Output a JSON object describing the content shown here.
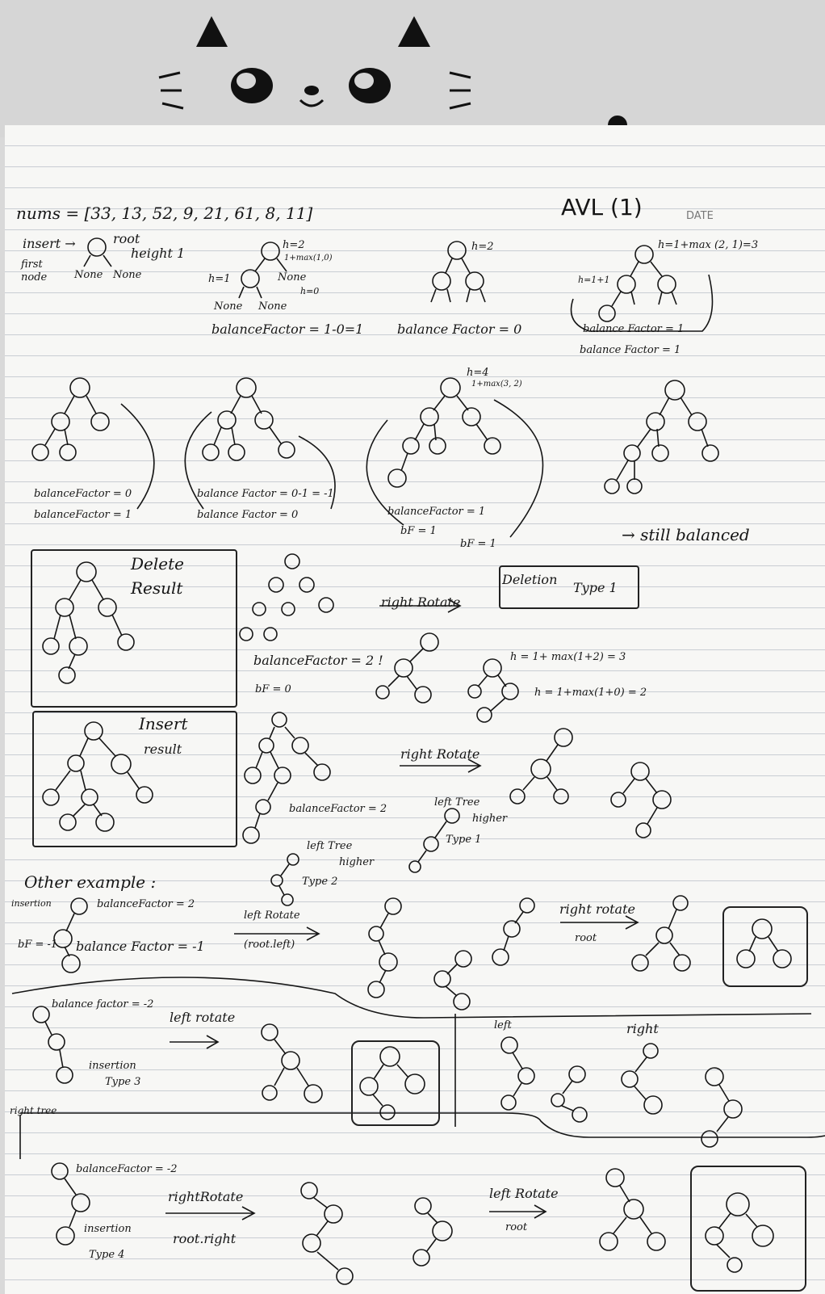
{
  "header": {
    "nums": "nums = [33, 13, 52, 9, 21, 61, 8, 11]",
    "title": "AVL (1)",
    "date_label": "DATE"
  },
  "row1": {
    "insert": "insert →",
    "first_node": "first node",
    "root": "root",
    "height": "height 1",
    "none": "None",
    "h2": "h=2",
    "h2b": "1+max(1,0)",
    "h1": "h=1",
    "h0": "h=0",
    "bf1": "balanceFactor = 1-0=1",
    "bf0": "balance Factor = 0",
    "h3": "h=1+max (2, 1)=3",
    "hplus": "h=1+1",
    "bf_a": "balance Factor = 1",
    "bf_b": "balance Factor = 1"
  },
  "row2": {
    "bf0": "balanceFactor = 0",
    "bf1": "balanceFactor = 1",
    "bf_mid": "balance Factor = 0-1 = -1",
    "bf_mid2": "balance Factor = 0",
    "h4": "h=4",
    "h4b": "1+max(3, 2)",
    "bf_c": "balanceFactor = 1",
    "bf_d": "bF = 1",
    "bf_e": "bF = 1",
    "still": "→ still balanced"
  },
  "row3": {
    "delete": "Delete",
    "result": "Result",
    "bf2": "balanceFactor = 2 !",
    "bf0": "bF = 0",
    "right_rotate": "right Rotate",
    "deletion": "Deletion",
    "type1": "Type 1",
    "hcalc1": "h = 1+ max(1+2) = 3",
    "hcalc2": "h = 1+max(1+0) = 2"
  },
  "row4": {
    "insert": "Insert",
    "result": "result",
    "bf_m2": "balanceFactor = 2",
    "right_rotate": "right Rotate",
    "left_tree": "left Tree",
    "higher": "higher",
    "type1": "Type 1"
  },
  "row5": {
    "other": "Other example :",
    "insertion": "insertion",
    "bf2": "balanceFactor = 2",
    "bfm1": "bF = -1",
    "bfm1b": "balance Factor = -1",
    "left_tree": "left Tree",
    "higher": "higher",
    "type2": "Type 2",
    "left_rotate": "left Rotate",
    "root_left": "(root.left)",
    "right_rotate": "right rotate",
    "root": "root"
  },
  "row6": {
    "bf_m2": "balance factor = -2",
    "left_rotate": "left rotate",
    "insertion": "insertion",
    "type3": "Type 3",
    "left": "left",
    "right": "right"
  },
  "row7": {
    "right_tree": "right tree",
    "bf_m2": "balanceFactor = -2",
    "right_rotate": "rightRotate",
    "root_right": "root.right",
    "insertion": "insertion",
    "type4": "Type 4",
    "left_rotate": "left Rotate",
    "root": "root"
  },
  "colors": {
    "ink": "#161616",
    "paper": "#f7f7f5",
    "rule": "#c9cdd3",
    "background": "#d6d6d6"
  }
}
